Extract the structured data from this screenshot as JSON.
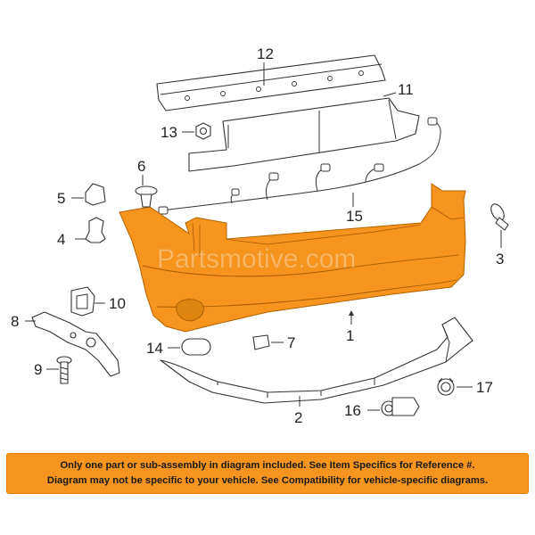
{
  "watermark": "Partsmotive.com",
  "callouts": {
    "c1": "1",
    "c2": "2",
    "c3": "3",
    "c4": "4",
    "c5": "5",
    "c6": "6",
    "c7": "7",
    "c8": "8",
    "c9": "9",
    "c10": "10",
    "c11": "11",
    "c12": "12",
    "c13": "13",
    "c14": "14",
    "c15": "15",
    "c16": "16",
    "c17": "17"
  },
  "notice": {
    "line1": "Only one part or sub-assembly in diagram included. See Item Specifics for Reference #.",
    "line2": "Diagram may not be specific to your vehicle. See Compatibility for vehicle-specific diagrams."
  },
  "colors": {
    "bumper": "#f7941d",
    "notice_bg": "#f7941d",
    "outline": "#333333"
  }
}
